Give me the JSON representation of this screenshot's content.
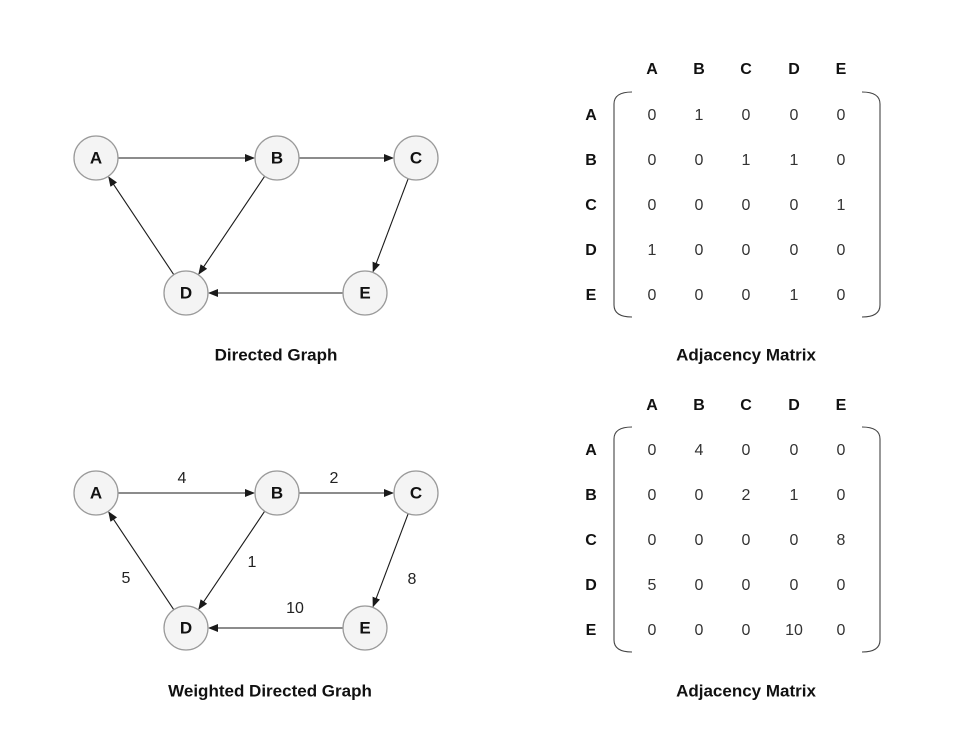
{
  "panels": [
    {
      "caption": "Directed Graph",
      "nodes": [
        "A",
        "B",
        "C",
        "D",
        "E"
      ],
      "edges": [
        {
          "from": "A",
          "to": "B",
          "weight": ""
        },
        {
          "from": "B",
          "to": "C",
          "weight": ""
        },
        {
          "from": "B",
          "to": "D",
          "weight": ""
        },
        {
          "from": "C",
          "to": "E",
          "weight": ""
        },
        {
          "from": "E",
          "to": "D",
          "weight": ""
        },
        {
          "from": "D",
          "to": "A",
          "weight": ""
        }
      ],
      "matrix_caption": "Adjacency Matrix",
      "matrix_cols": [
        "A",
        "B",
        "C",
        "D",
        "E"
      ],
      "matrix_rows": [
        "A",
        "B",
        "C",
        "D",
        "E"
      ],
      "matrix": [
        [
          "0",
          "1",
          "0",
          "0",
          "0"
        ],
        [
          "0",
          "0",
          "1",
          "1",
          "0"
        ],
        [
          "0",
          "0",
          "0",
          "0",
          "1"
        ],
        [
          "1",
          "0",
          "0",
          "0",
          "0"
        ],
        [
          "0",
          "0",
          "0",
          "1",
          "0"
        ]
      ]
    },
    {
      "caption": "Weighted Directed Graph",
      "nodes": [
        "A",
        "B",
        "C",
        "D",
        "E"
      ],
      "edges": [
        {
          "from": "A",
          "to": "B",
          "weight": "4"
        },
        {
          "from": "B",
          "to": "C",
          "weight": "2"
        },
        {
          "from": "B",
          "to": "D",
          "weight": "1"
        },
        {
          "from": "C",
          "to": "E",
          "weight": "8"
        },
        {
          "from": "E",
          "to": "D",
          "weight": "10"
        },
        {
          "from": "D",
          "to": "A",
          "weight": "5"
        }
      ],
      "matrix_caption": "Adjacency Matrix",
      "matrix_cols": [
        "A",
        "B",
        "C",
        "D",
        "E"
      ],
      "matrix_rows": [
        "A",
        "B",
        "C",
        "D",
        "E"
      ],
      "matrix": [
        [
          "0",
          "4",
          "0",
          "0",
          "0"
        ],
        [
          "0",
          "0",
          "2",
          "1",
          "0"
        ],
        [
          "0",
          "0",
          "0",
          "0",
          "8"
        ],
        [
          "5",
          "0",
          "0",
          "0",
          "0"
        ],
        [
          "0",
          "0",
          "0",
          "10",
          "0"
        ]
      ]
    }
  ]
}
